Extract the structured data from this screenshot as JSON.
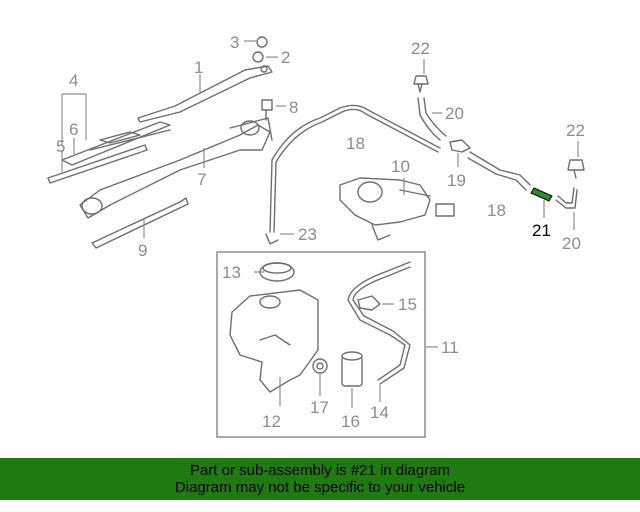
{
  "callouts": {
    "c1": "1",
    "c2": "2",
    "c3": "3",
    "c4": "4",
    "c5": "5",
    "c6": "6",
    "c7": "7",
    "c8": "8",
    "c9": "9",
    "c10": "10",
    "c11": "11",
    "c12": "12",
    "c13": "13",
    "c14": "14",
    "c15": "15",
    "c16": "16",
    "c17": "17",
    "c18a": "18",
    "c18b": "18",
    "c19": "19",
    "c20a": "20",
    "c20b": "20",
    "c21": "21",
    "c22a": "22",
    "c22b": "22",
    "c23": "23"
  },
  "banner": {
    "line1": "Part or sub-assembly is #21 in diagram",
    "line2": "Diagram may not be specific to your vehicle"
  },
  "colors": {
    "banner_bg": "#1f7a12",
    "highlight_part": "#2e8b2e",
    "line_art": "#6e6e6e"
  }
}
